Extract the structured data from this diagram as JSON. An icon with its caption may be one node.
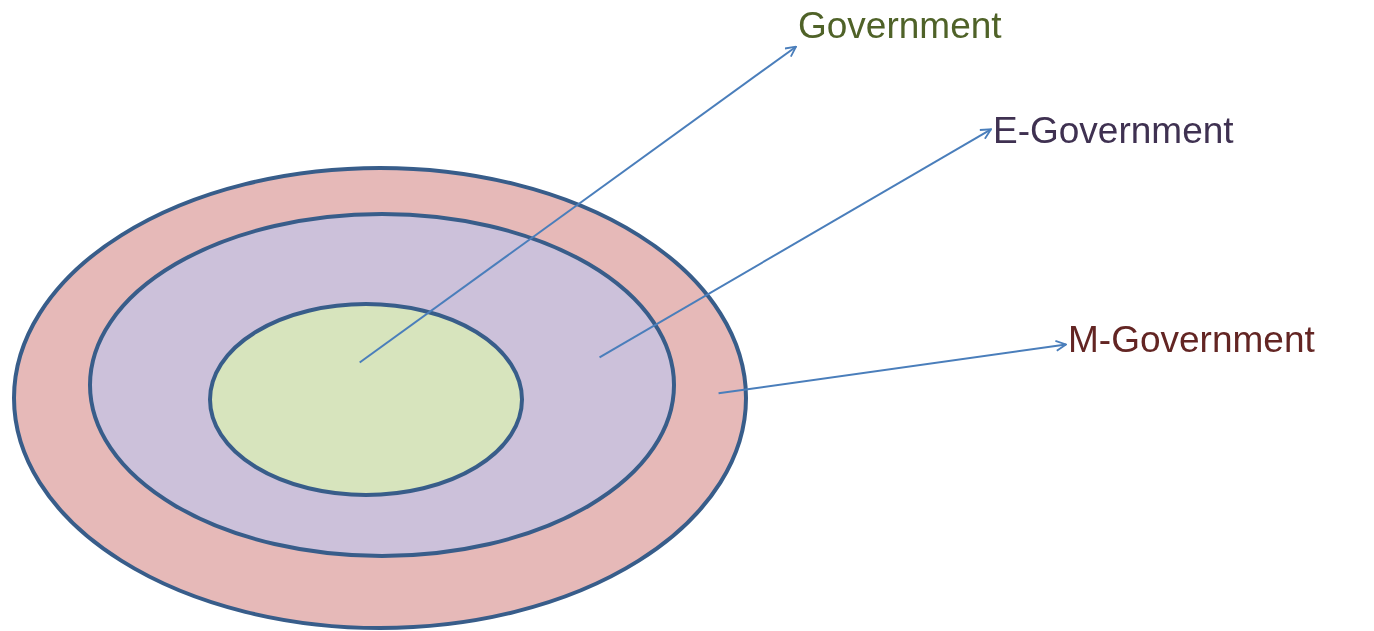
{
  "diagram": {
    "nodes": [
      {
        "text": [],
        "shape": "ellipse"
      },
      {
        "text": [],
        "shape": "ellipse",
        "in": 0
      },
      {
        "text": [],
        "shape": "ellipse",
        "in": 1
      },
      {
        "text": [
          "Government"
        ]
      },
      {
        "text": [
          "E-Government"
        ]
      },
      {
        "text": [
          "M-Government"
        ]
      }
    ],
    "edges": [
      {
        "from": 2,
        "to": 3,
        "arrow": "to"
      },
      {
        "from": 1,
        "to": 4,
        "arrow": "to"
      },
      {
        "from": 0,
        "to": 5,
        "arrow": "to"
      }
    ]
  }
}
